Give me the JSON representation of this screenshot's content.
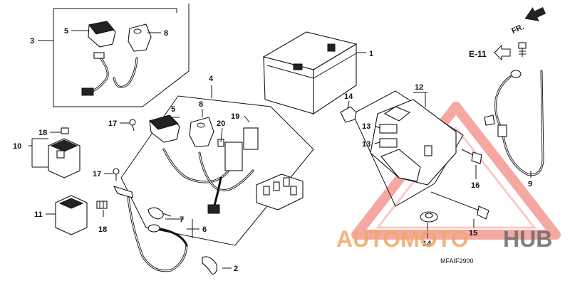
{
  "callouts": [
    {
      "n": "1"
    },
    {
      "n": "2"
    },
    {
      "n": "3"
    },
    {
      "n": "4"
    },
    {
      "n": "5"
    },
    {
      "n": "5"
    },
    {
      "n": "6"
    },
    {
      "n": "7"
    },
    {
      "n": "8"
    },
    {
      "n": "8"
    },
    {
      "n": "9"
    },
    {
      "n": "10"
    },
    {
      "n": "11"
    },
    {
      "n": "12"
    },
    {
      "n": "13"
    },
    {
      "n": "13"
    },
    {
      "n": "14"
    },
    {
      "n": "14"
    },
    {
      "n": "15"
    },
    {
      "n": "16"
    },
    {
      "n": "17"
    },
    {
      "n": "17"
    },
    {
      "n": "18"
    },
    {
      "n": "18"
    },
    {
      "n": "19"
    },
    {
      "n": "20"
    }
  ],
  "direction": {
    "label": "FR."
  },
  "ref": {
    "label": "E-11"
  },
  "code": {
    "label": "MFAIF2900"
  },
  "watermark": {
    "part1": "AUTOMOTO",
    "part2": "HUB",
    "accent": "#f0a868",
    "dark": "#6a6a6a",
    "triangle": "#f28b82"
  }
}
